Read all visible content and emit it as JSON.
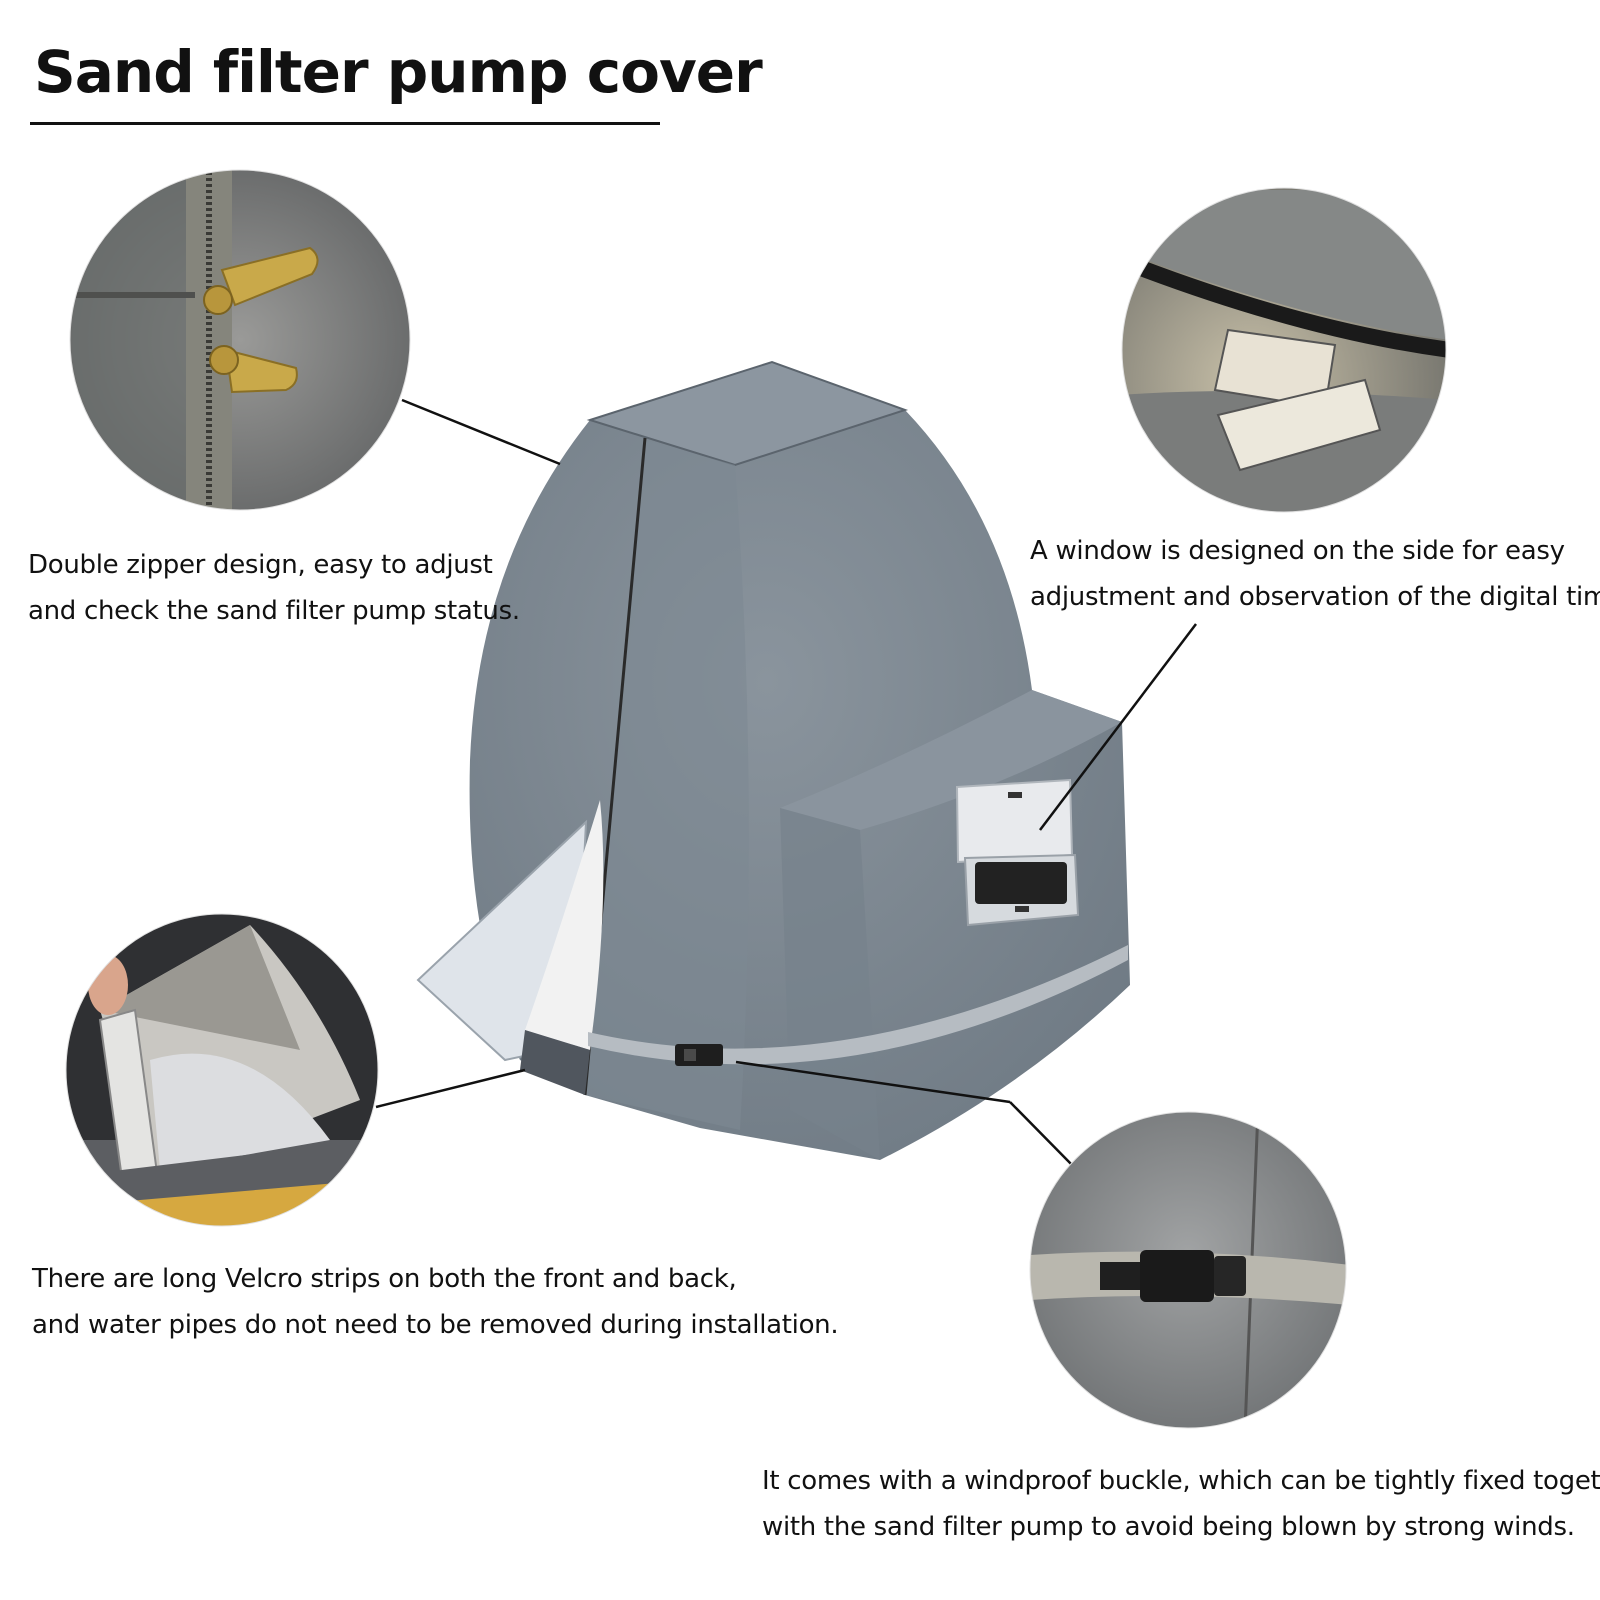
{
  "title": "Sand filter pump cover",
  "captions": {
    "zipper": {
      "line1": "Double zipper design, easy to adjust",
      "line2": "and check the sand filter pump status."
    },
    "window": {
      "line1": "A window is designed on the side for easy",
      "line2": "adjustment and observation of the digital timer."
    },
    "velcro": {
      "line1": "There are long Velcro strips on both the front and back,",
      "line2": "and water pipes do not need to be removed during installation."
    },
    "buckle": {
      "line1": "It comes with a windproof buckle, which can be tightly fixed together",
      "line2": "with the sand filter pump to avoid being blown by strong winds."
    }
  },
  "colors": {
    "cover_gray": "#7f8a94",
    "reflective_strip": "#b6bcc2",
    "zipper_brass": "#c9a94a",
    "background": "#ffffff"
  }
}
